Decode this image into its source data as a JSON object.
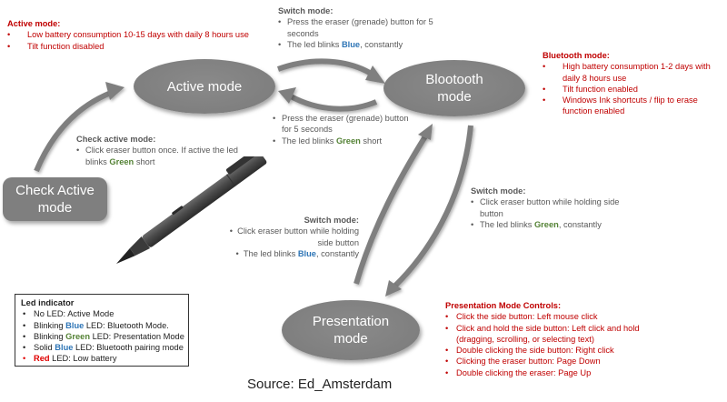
{
  "nodes": {
    "active": "Active mode",
    "bluetooth_line1": "Blootooth",
    "bluetooth_line2": "mode",
    "presentation_line1": "Presentation",
    "presentation_line2": "mode",
    "check_line1": "Check Active",
    "check_line2": "mode"
  },
  "active_mode_note": {
    "title": "Active mode:",
    "items": [
      "Low battery consumption 10-15 days with daily 8 hours use",
      "Tilt function disabled"
    ]
  },
  "bluetooth_mode_note": {
    "title": "Bluetooth mode:",
    "items": [
      "High battery consumption 1-2 days with daily 8 hours use",
      "Tilt function enabled",
      "Windows Ink shortcuts / flip to erase function enabled"
    ]
  },
  "switch_to_bluetooth": {
    "title": "Switch mode:",
    "item1": "Press the eraser (grenade) button for 5 seconds",
    "item2_pre": "The led blinks ",
    "item2_color": "Blue",
    "item2_post": ", constantly"
  },
  "switch_to_active": {
    "item1": "Press the eraser (grenade) button for 5 seconds",
    "item2_pre": "The led blinks ",
    "item2_color": "Green",
    "item2_post": " short"
  },
  "check_active_note": {
    "title": "Check active mode:",
    "item_pre": "Click eraser button once. If active the led blinks ",
    "item_color": "Green",
    "item_post": " short"
  },
  "switch_to_presentation": {
    "title": "Switch mode:",
    "item1": "Click eraser button while holding side button",
    "item2_pre": "The led blinks ",
    "item2_color": "Green",
    "item2_post": ", constantly"
  },
  "switch_from_presentation": {
    "title": "Switch mode:",
    "item1": "Click eraser button while holding side button",
    "item2_pre": "The led blinks ",
    "item2_color": "Blue",
    "item2_post": ", constantly"
  },
  "led_indicator": {
    "title": "Led indicator",
    "items": [
      {
        "pre": "No LED: Active Mode",
        "color": "",
        "post": ""
      },
      {
        "pre": "Blinking ",
        "color": "Blue",
        "post": " LED: Bluetooth Mode."
      },
      {
        "pre": "Blinking ",
        "color": "Green",
        "post": " LED: Presentation Mode"
      },
      {
        "pre": "Solid ",
        "color": "Blue",
        "post": " LED: Bluetooth pairing mode"
      },
      {
        "pre": "",
        "color": "Red",
        "post": " LED: Low battery"
      }
    ]
  },
  "presentation_controls": {
    "title": "Presentation Mode Controls:",
    "items": [
      "Click the side button: Left mouse click",
      "Click and hold the side button: Left click and hold (dragging, scrolling, or selecting text)",
      "Double clicking the side button: Right click",
      "Clicking the eraser button: Page Down",
      "Double clicking the eraser: Page Up"
    ]
  },
  "source": "Source: Ed_Amsterdam",
  "colors": {
    "node_fill": "#7f7f7f",
    "arrow": "#7f7f7f",
    "note_text": "#595959",
    "warning_text": "#c00000",
    "blue": "#2e75b6",
    "green": "#548235",
    "red": "#e00000"
  }
}
